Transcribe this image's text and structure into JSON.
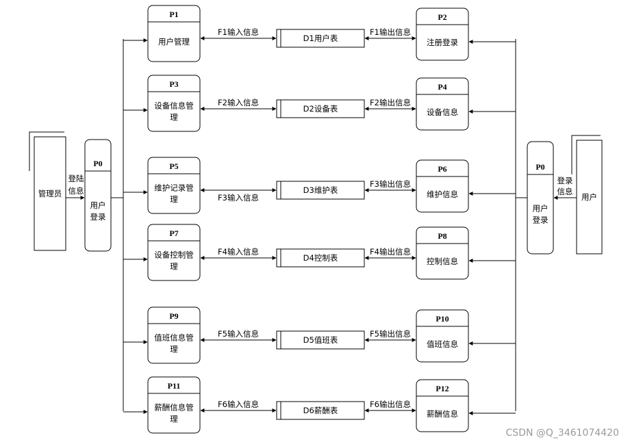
{
  "left_entity": {
    "name": "管理员"
  },
  "right_entity": {
    "name": "用户"
  },
  "left_p0": {
    "id": "P0",
    "lines": [
      "用户",
      "登录"
    ]
  },
  "right_p0": {
    "id": "P0",
    "lines": [
      "用户",
      "登录"
    ]
  },
  "left_login_flow": [
    "登陆",
    "信息"
  ],
  "right_login_flow": [
    "登录",
    "信息"
  ],
  "rows": [
    {
      "left": {
        "id": "P1",
        "lines": [
          "用户管理"
        ]
      },
      "in_flow": "F1输入信息",
      "store": "D1用户表",
      "out_flow": "F1输出信息",
      "right": {
        "id": "P2",
        "lines": [
          "注册登录"
        ]
      }
    },
    {
      "left": {
        "id": "P3",
        "lines": [
          "设备信息管",
          "理"
        ]
      },
      "in_flow": "F2输入信息",
      "store": "D2设备表",
      "out_flow": "F2输出信息",
      "right": {
        "id": "P4",
        "lines": [
          "设备信息"
        ]
      }
    },
    {
      "left": {
        "id": "P5",
        "lines": [
          "维护记录管",
          "理"
        ]
      },
      "in_flow": "F3输入信息",
      "store": "D3维护表",
      "out_flow": "F3输出信息",
      "right": {
        "id": "P6",
        "lines": [
          "维护信息"
        ]
      }
    },
    {
      "left": {
        "id": "P7",
        "lines": [
          "设备控制管",
          "理"
        ]
      },
      "in_flow": "F4输入信息",
      "store": "D4控制表",
      "out_flow": "F4输出信息",
      "right": {
        "id": "P8",
        "lines": [
          "控制信息"
        ]
      }
    },
    {
      "left": {
        "id": "P9",
        "lines": [
          "值班信息管",
          "理"
        ]
      },
      "in_flow": "F5输入信息",
      "store": "D5值班表",
      "out_flow": "F5输出信息",
      "right": {
        "id": "P10",
        "lines": [
          "值班信息"
        ]
      }
    },
    {
      "left": {
        "id": "P11",
        "lines": [
          "薪酬信息管",
          "理"
        ]
      },
      "in_flow": "F6输入信息",
      "store": "D6薪酬表",
      "out_flow": "F6输出信息",
      "right": {
        "id": "P12",
        "lines": [
          "薪酬信息"
        ]
      }
    }
  ],
  "watermark": "CSDN @Q_3461074420"
}
